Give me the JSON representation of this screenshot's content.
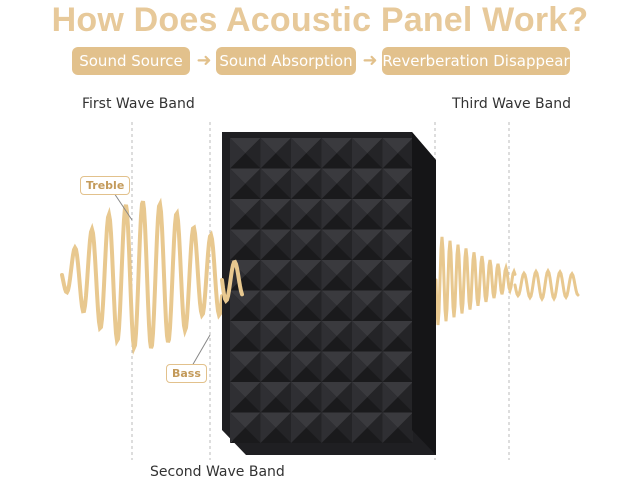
{
  "title": "How Does Acoustic Panel Work?",
  "flow": {
    "steps": [
      "Sound Source",
      "Sound Absorption",
      "Reverberation Disappear"
    ]
  },
  "bands": {
    "first": "First Wave Band",
    "second": "Second Wave Band",
    "third": "Third Wave Band"
  },
  "tags": {
    "treble": "Treble",
    "bass": "Bass"
  },
  "colors": {
    "accent": "#e2c18c",
    "foam": "#2b2b2e",
    "wave": "#e8c88f"
  },
  "icons": [
    "arrow-right-icon"
  ]
}
